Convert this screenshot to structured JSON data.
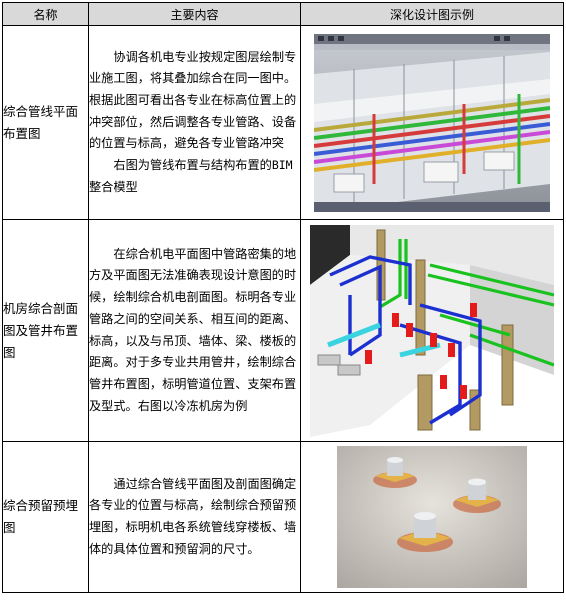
{
  "header": {
    "col_name": "名称",
    "col_content": "主要内容",
    "col_example": "深化设计图示例"
  },
  "rows": [
    {
      "name": "综合管线平面布置图",
      "p1": "协调各机电专业按规定图层绘制专业施工图，将其叠加综合在同一图中。根据此图可看出各专业在标高位置上的冲突部位，然后调整各专业管路、设备的位置与标高，避免各专业管路冲突",
      "p2a": "右图为管线布置与结构布置的",
      "p2b": "BIM",
      "p2c": "整合模型"
    },
    {
      "name": "机房综合剖面图及管井布置图",
      "p1": "在综合机电平面图中管路密集的地方及平面图无法准确表现设计意图的时候，绘制综合机电剖面图。标明各专业管路之间的空间关系、相互间的距离、标高，以及与吊顶、墙体、梁、楼板的距离。对于多专业共用管井，绘制综合管井布置图，标明管道位置、支架布置及型式。右图以冷冻机房为例"
    },
    {
      "name": "综合预留预埋图",
      "p1": "通过综合管线平面图及剖面图确定各专业的位置与标高，绘制综合预留预埋图，标明机电各系统管线穿楼板、墙体的具体位置和预留洞的尺寸。"
    }
  ],
  "colors": {
    "header_bg": "#d9d9d9",
    "pipe_blue": "#1c2fd0",
    "pipe_green": "#19c21f",
    "pipe_red": "#e31b1b",
    "pipe_cyan": "#3ad3e0",
    "column_tan": "#b39a62"
  }
}
